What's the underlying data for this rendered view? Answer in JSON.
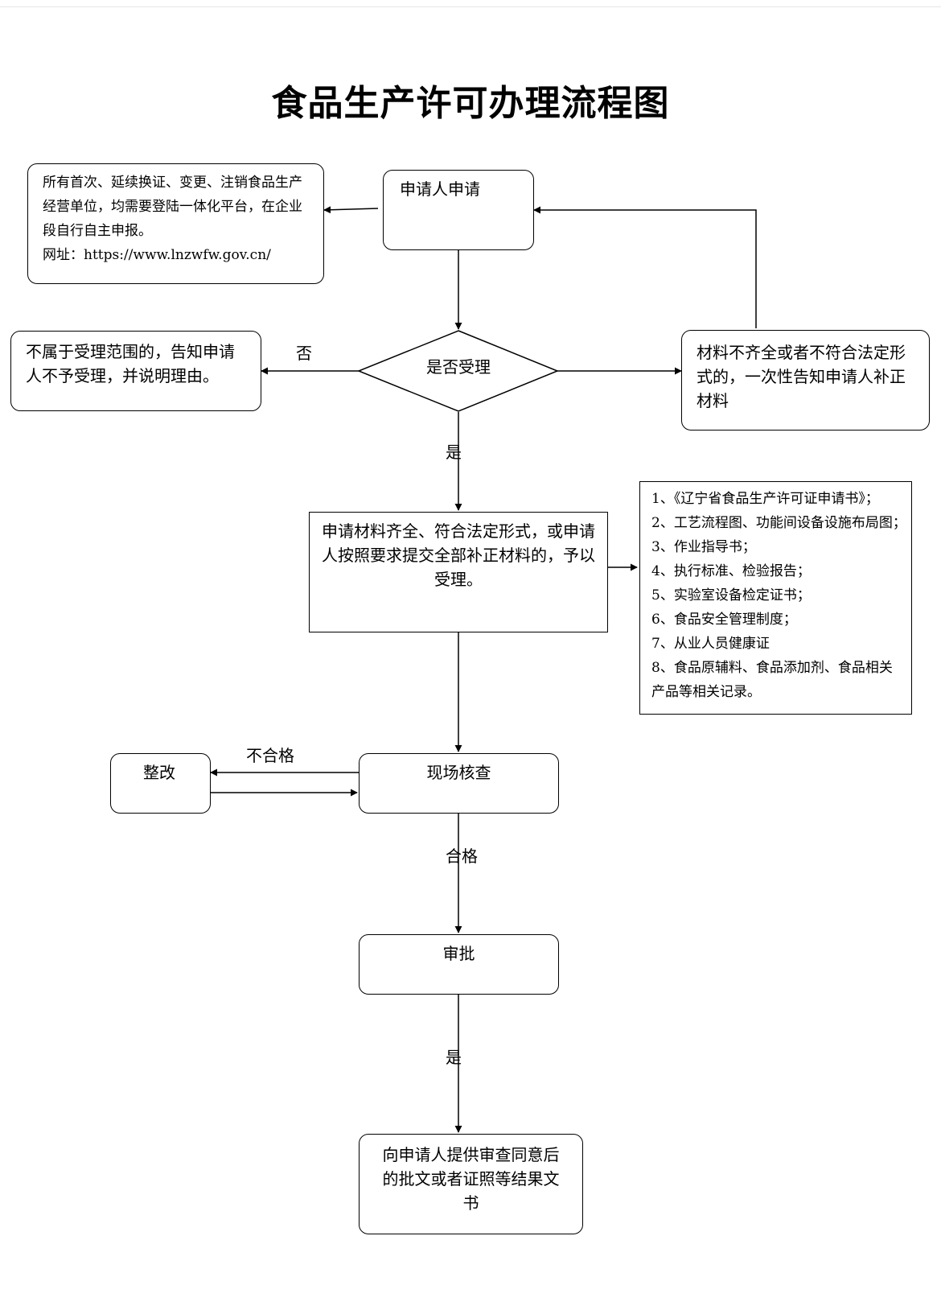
{
  "title": "食品生产许可办理流程图",
  "nodes": {
    "info": {
      "lines": [
        "所有首次、延续换证、变更、注销食品生产",
        "经营单位，均需要登陆一体化平台，在企业",
        "段自行自主申报。"
      ],
      "url_label": "网址：",
      "url": "https://www.lnzwfw.gov.cn/"
    },
    "apply": "申请人申请",
    "decision": "是否受理",
    "reject": [
      "不属于受理范围的，告知申请",
      "人不予受理，并说明理由。"
    ],
    "supplement": [
      "材料不齐全或者不符合法定形",
      "式的，一次性告知申请人补正",
      "材料"
    ],
    "accept": [
      "申请材料齐全、符合法定形式，或申请",
      "人按照要求提交全部补正材料的，予以",
      "受理。"
    ],
    "materials": [
      {
        "num": "1",
        "text": "《辽宁省食品生产许可证申请书》；"
      },
      {
        "num": "2",
        "text": "工艺流程图、功能间设备设施布局图；"
      },
      {
        "num": "3",
        "text": "作业指导书；"
      },
      {
        "num": "4",
        "text": "执行标准、检验报告；"
      },
      {
        "num": "5",
        "text": "实验室设备检定证书；"
      },
      {
        "num": "6",
        "text": "食品安全管理制度；"
      },
      {
        "num": "7",
        "text": "从业人员健康证"
      },
      {
        "num": "8",
        "text": "食品原辅料、食品添加剂、食品相关"
      },
      {
        "num": "",
        "text": "产品等相关记录。"
      }
    ],
    "inspect": "现场核查",
    "rectify": "整改",
    "approve": "审批",
    "result": [
      "向申请人提供审查同意后",
      "的批文或者证照等结果文",
      "书"
    ]
  },
  "edge_labels": {
    "no": "否",
    "yes_1": "是",
    "fail": "不合格",
    "pass": "合格",
    "yes_2": "是"
  },
  "list_separator": "、"
}
